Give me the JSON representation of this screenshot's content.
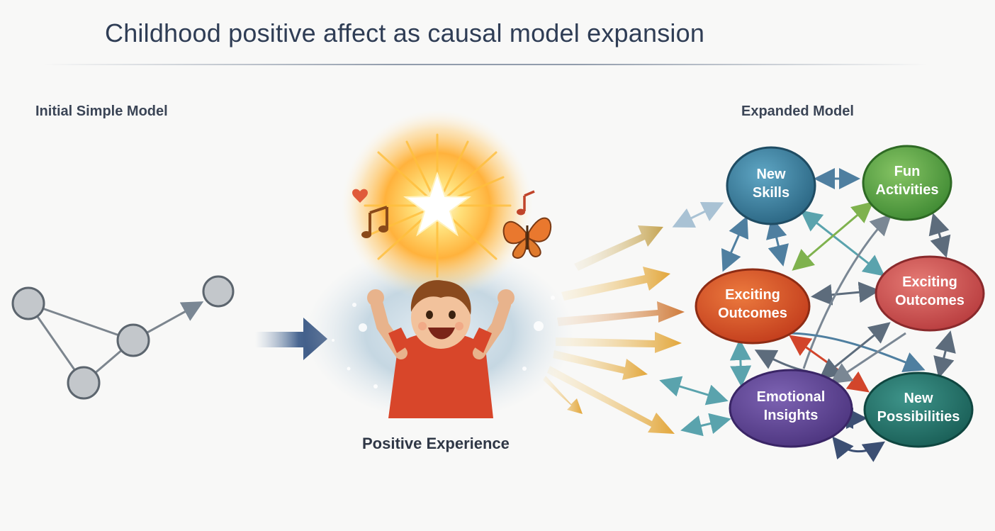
{
  "title": "Childhood positive affect as causal model expansion",
  "left_label": "Initial Simple Model",
  "center_caption": "Positive Experience",
  "right_label": "Expanded Model",
  "colors": {
    "title": "#2f3d55",
    "simple_node": "#c3c7cb",
    "arrow_gold": "#e2a63a",
    "node_blue": "#2e6e8a",
    "node_green": "#4a9a3a",
    "node_red": "#d04a24",
    "node_pink": "#c84848",
    "node_purple": "#5a3f8e",
    "node_teal": "#1e6e64"
  },
  "nodes": {
    "new_skills": {
      "line1": "New",
      "line2": "Skills"
    },
    "fun_activities": {
      "line1": "Fun",
      "line2": "Activities"
    },
    "exciting_outcomes_left": {
      "line1": "Exciting",
      "line2": "Outcomes"
    },
    "exciting_outcomes_right": {
      "line1": "Exciting",
      "line2": "Outcomes"
    },
    "emotional_insights": {
      "line1": "Emotional",
      "line2": "Insights"
    },
    "new_possibilities": {
      "line1": "New",
      "line2": "Possibilities"
    }
  },
  "icons": [
    "star-icon",
    "music-note-icon",
    "heart-icon",
    "butterfly-icon",
    "child-illustration"
  ]
}
